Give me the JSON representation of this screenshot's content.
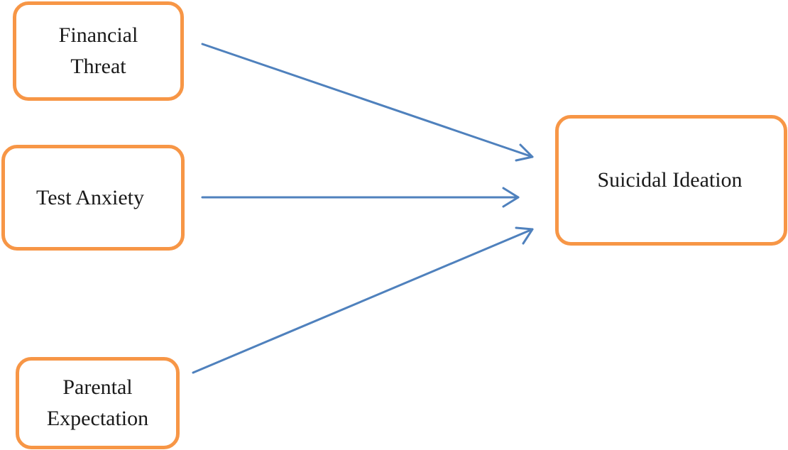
{
  "diagram": {
    "nodes": {
      "financial_threat": "Financial\nThreat",
      "test_anxiety": "Test Anxiety",
      "parental_expectation": "Parental\nExpectation",
      "suicidal_ideation": "Suicidal Ideation"
    },
    "edges": [
      {
        "from": "financial_threat",
        "to": "suicidal_ideation"
      },
      {
        "from": "test_anxiety",
        "to": "suicidal_ideation"
      },
      {
        "from": "parental_expectation",
        "to": "suicidal_ideation"
      }
    ],
    "colors": {
      "node_border": "#f79646",
      "arrow": "#4f81bd",
      "text": "#1a1a1a"
    }
  }
}
